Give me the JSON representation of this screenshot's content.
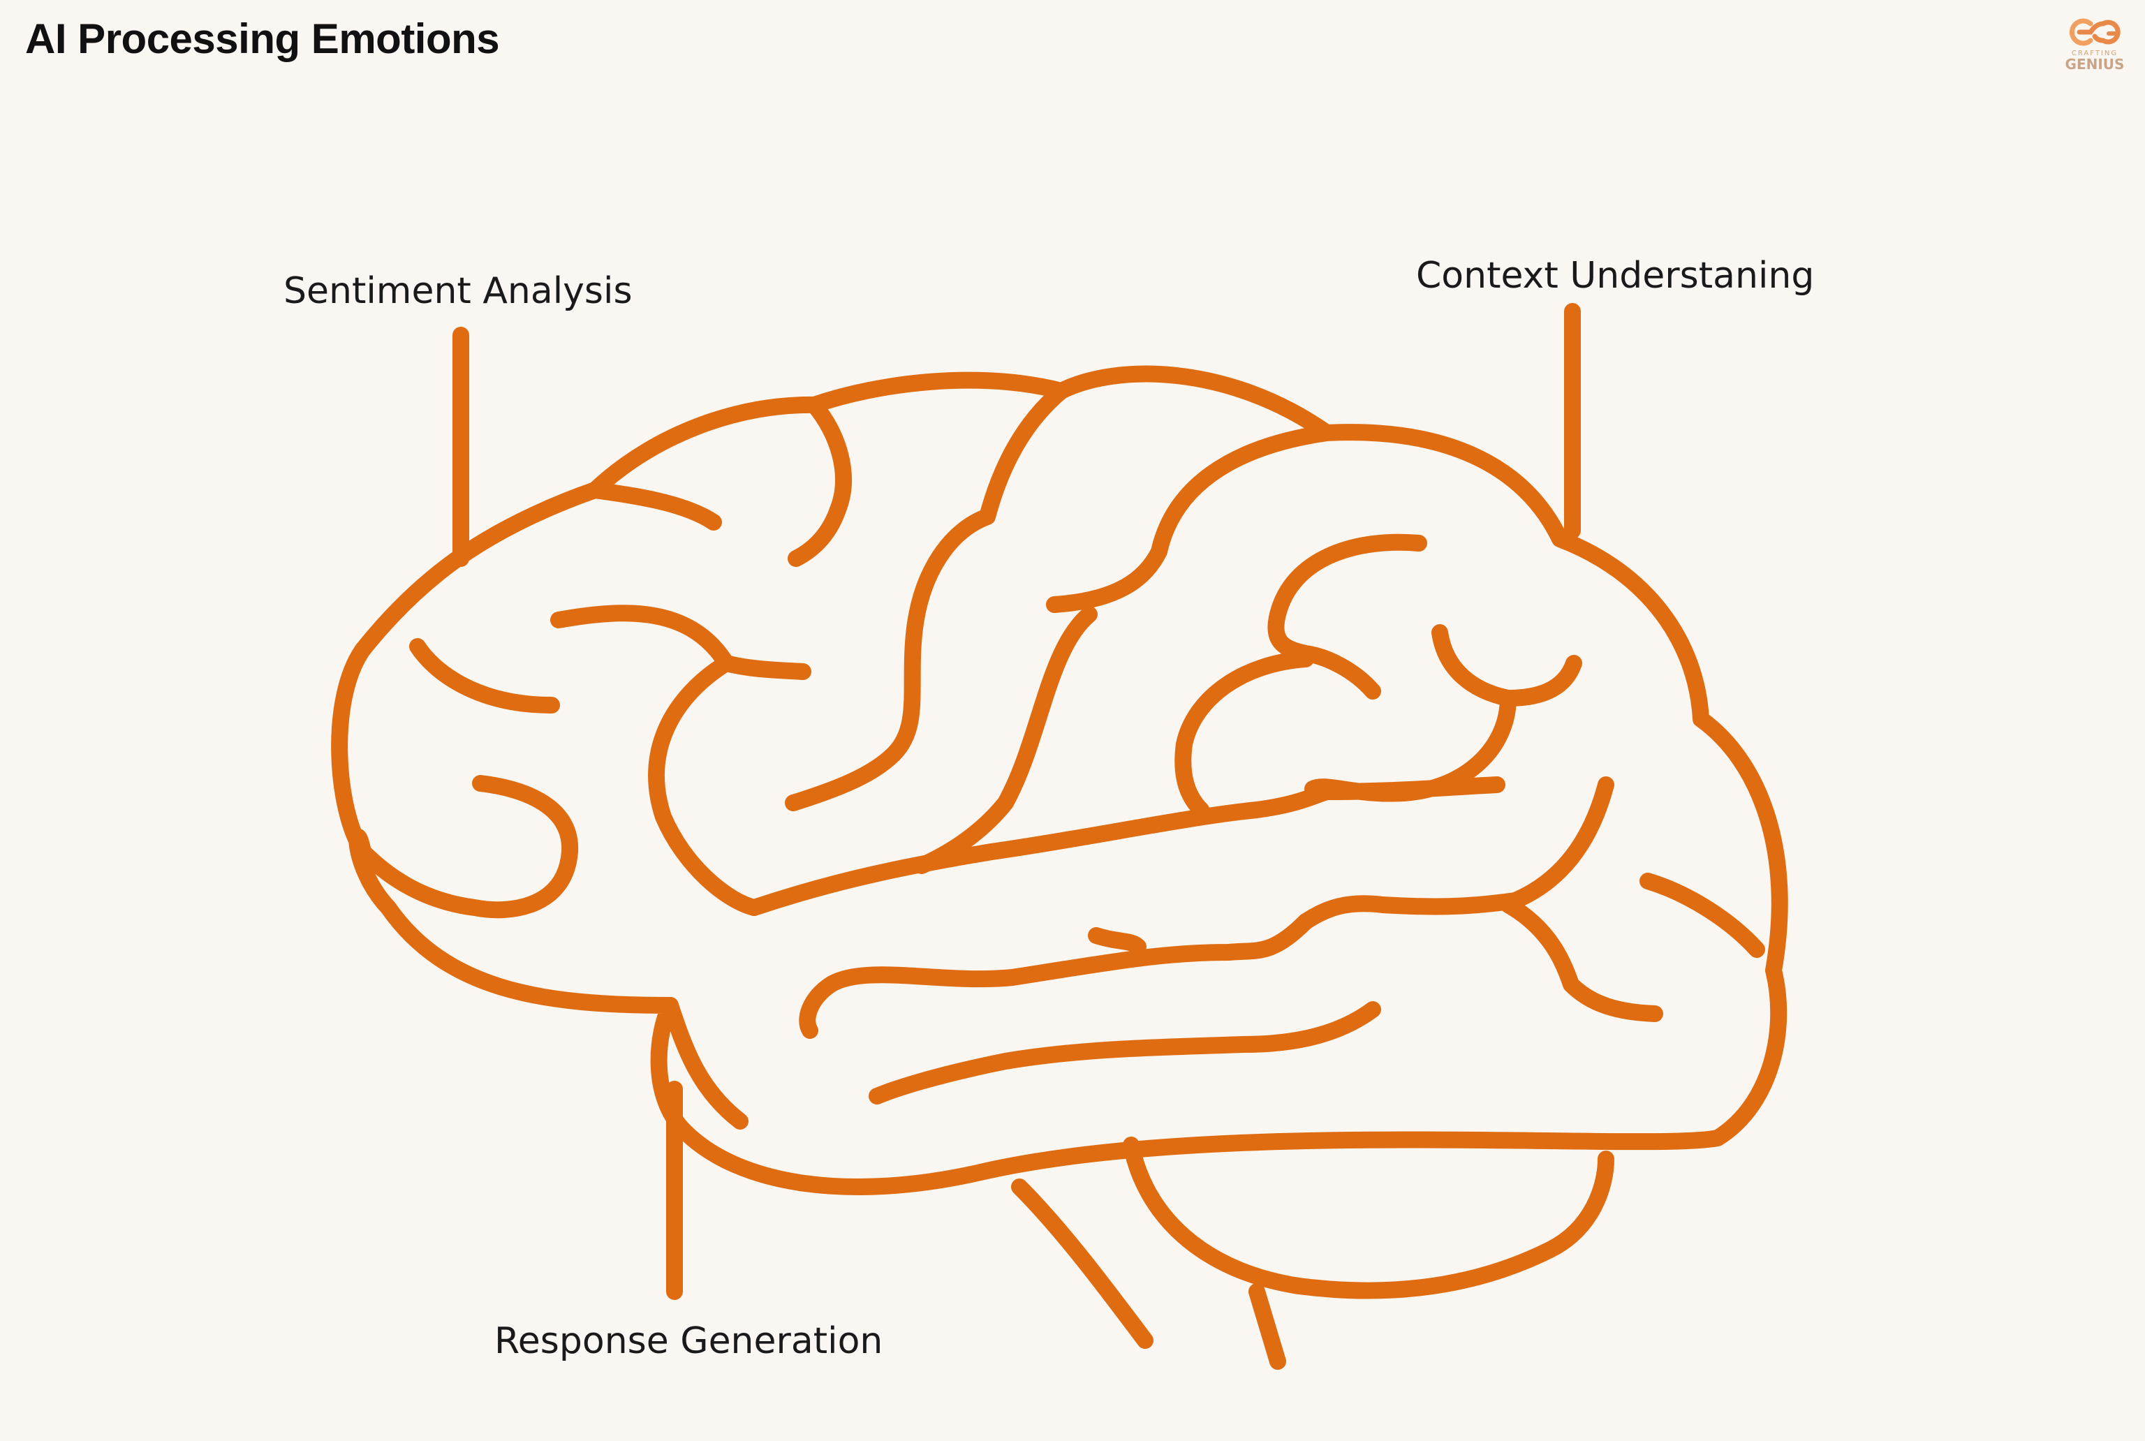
{
  "title": "AI Processing Emotions",
  "logo": {
    "text_small": "CRAFTING",
    "text_big": "GENIUS"
  },
  "labels": {
    "sentiment": "Sentiment Analysis",
    "context": "Context Understaning",
    "response": "Response Generation"
  },
  "colors": {
    "background": "#faf7f2",
    "brain_stroke": "#e06c12",
    "text": "#1a1a1a"
  },
  "icons": {
    "brain": "brain-outline-icon",
    "logo": "crafting-genius-logo-icon"
  }
}
